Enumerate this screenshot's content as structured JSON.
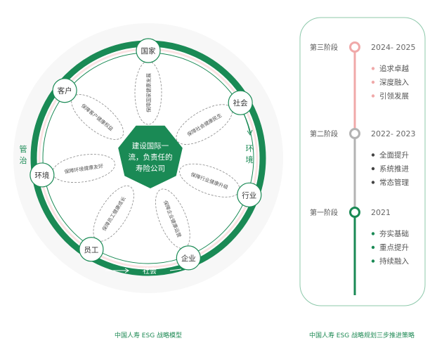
{
  "model": {
    "center_lines": [
      "建设国际一",
      "流，负责任的",
      "寿险公司"
    ],
    "nodes": [
      "国家",
      "客户",
      "社会",
      "环境",
      "行业",
      "员工",
      "企业"
    ],
    "petals": [
      "保障国家健康发展",
      "保障客户健康权益",
      "保障社会健康民生",
      "保障环境健康友好",
      "保障行业健康升级",
      "保障员工健康成长",
      "保障企业健康运营"
    ],
    "ring_labels": {
      "left": "管治",
      "right": "环境",
      "bottom": "社会"
    },
    "caption": "中国人寿 ESG 战略模型"
  },
  "timeline": {
    "stages": [
      {
        "name": "第三阶段",
        "years": "2024- 2025",
        "items": [
          "追求卓越",
          "深度融入",
          "引领发展"
        ],
        "color": "#f0a9a9"
      },
      {
        "name": "第二阶段",
        "years": "2022- 2023",
        "items": [
          "全面提升",
          "系统推进",
          "常态管理"
        ],
        "color": "#b3b3b3",
        "dot": "#444444"
      },
      {
        "name": "第一阶段",
        "years": "2021",
        "items": [
          "夯实基础",
          "重点提升",
          "持续融入"
        ],
        "color": "#1a8a55"
      }
    ],
    "caption": "中国人寿 ESG 战略规划三步推进策略"
  },
  "colors": {
    "green": "#1a8a55",
    "pink": "#f0a9a9",
    "gray": "#b3b3b3"
  }
}
